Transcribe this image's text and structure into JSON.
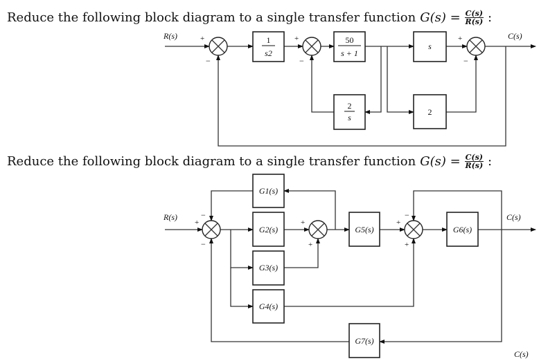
{
  "problem1": {
    "title": "Reduce the following block diagram to a single transfer function",
    "g_label": "G(s) =",
    "frac_num": "C(s)",
    "frac_den": "R(s)",
    "colon": ":",
    "input": "R(s)",
    "output": "C(s)",
    "blocks": {
      "b1_num": "1",
      "b1_den": "s2",
      "b2_num": "50",
      "b2_den": "s + 1",
      "b3": "s",
      "b4_num": "2",
      "b4_den": "s",
      "b5": "2"
    },
    "signs": {
      "s1_in": "+",
      "s1_fb": "−",
      "s2_in": "+",
      "s2_fb": "−",
      "s3_in": "+",
      "s3_fb": "−"
    }
  },
  "problem2": {
    "title": "Reduce the following block diagram to a single transfer function",
    "g_label": "G(s) =",
    "frac_num": "C(s)",
    "frac_den": "R(s)",
    "colon": ":",
    "input": "R(s)",
    "output": "C(s)",
    "blocks": [
      "G1(s)",
      "G2(s)",
      "G3(s)",
      "G4(s)",
      "G5(s)",
      "G6(s)",
      "G7(s)"
    ],
    "signs": {
      "s1_in": "+",
      "s1_top": "−",
      "s1_bot": "−",
      "s2_in": "+",
      "s2_bot": "+",
      "s3_in": "+",
      "s3_top": "−",
      "s3_bot": "+"
    }
  },
  "cutoff_text": "C(s)"
}
